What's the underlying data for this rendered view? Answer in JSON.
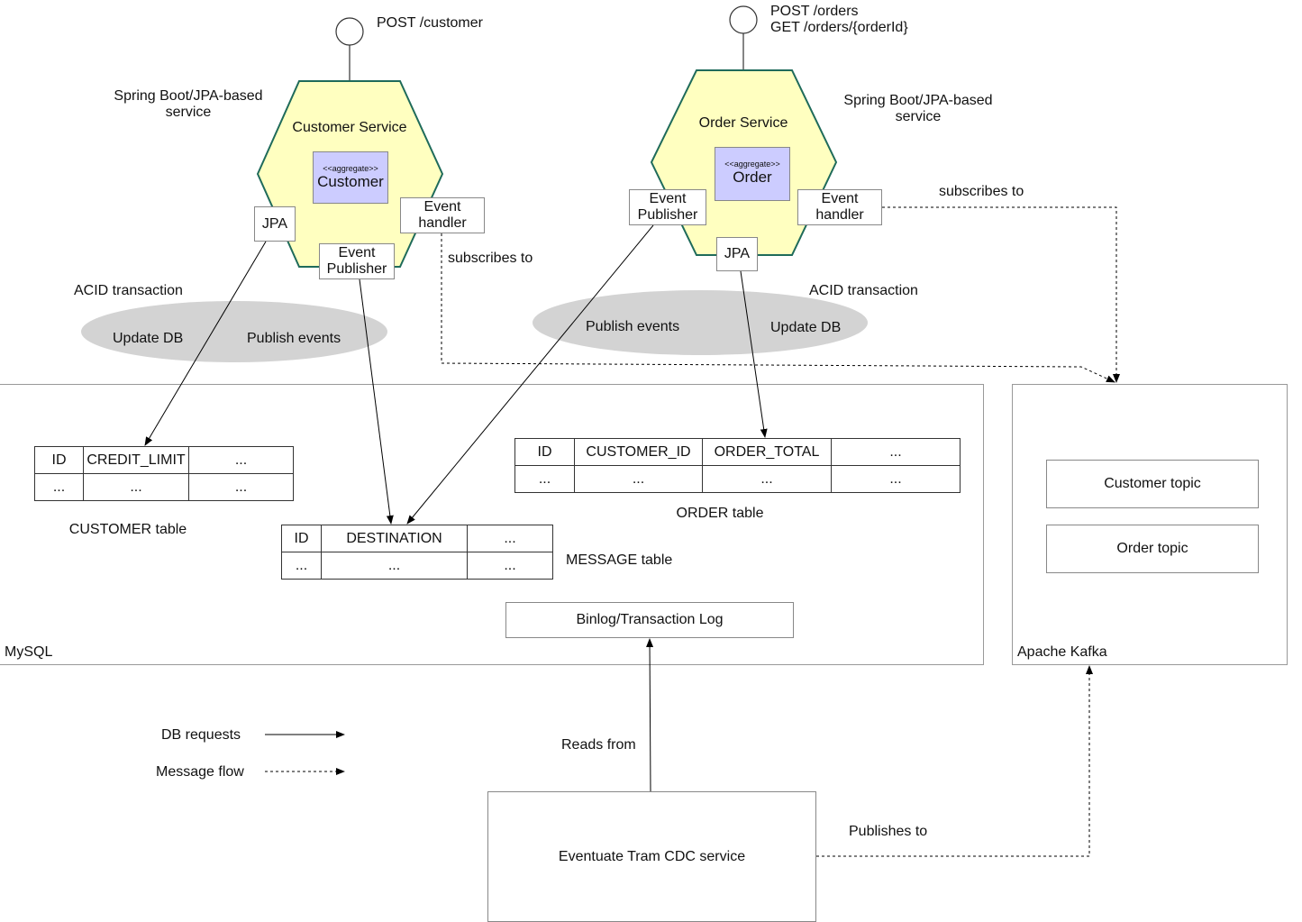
{
  "customer_service": {
    "endpoint": "POST /customer",
    "note": "Spring Boot/JPA-based\nservice",
    "title": "Customer Service",
    "aggregate_stereotype": "<<aggregate>>",
    "aggregate_name": "Customer",
    "jpa": "JPA",
    "event_handler": "Event\nhandler",
    "event_publisher": "Event\nPublisher",
    "subscribes": "subscribes to"
  },
  "order_service": {
    "endpoint": "POST /orders\nGET /orders/{orderId}",
    "note": "Spring Boot/JPA-based\nservice",
    "title": "Order Service",
    "aggregate_stereotype": "<<aggregate>>",
    "aggregate_name": "Order",
    "jpa": "JPA",
    "event_handler": "Event\nhandler",
    "event_publisher": "Event\nPublisher",
    "subscribes": "subscribes to"
  },
  "transactions": {
    "left_label": "ACID transaction",
    "left_items": [
      "Update DB",
      "Publish events"
    ],
    "right_label": "ACID transaction",
    "right_items": [
      "Publish events",
      "Update DB"
    ]
  },
  "mysql": {
    "label": "MySQL",
    "customer_table": {
      "name": "CUSTOMER table",
      "headers": [
        "ID",
        "CREDIT_LIMIT",
        "..."
      ],
      "row": [
        "...",
        "...",
        "..."
      ]
    },
    "message_table": {
      "name": "MESSAGE table",
      "headers": [
        "ID",
        "DESTINATION",
        "..."
      ],
      "row": [
        "...",
        "...",
        "..."
      ]
    },
    "order_table": {
      "name": "ORDER table",
      "headers": [
        "ID",
        "CUSTOMER_ID",
        "ORDER_TOTAL",
        "..."
      ],
      "row": [
        "...",
        "...",
        "...",
        "..."
      ]
    },
    "binlog": "Binlog/Transaction Log"
  },
  "kafka": {
    "label": "Apache Kafka",
    "topics": [
      "Customer topic",
      "Order topic"
    ]
  },
  "cdc": {
    "name": "Eventuate Tram CDC service",
    "reads_from": "Reads from",
    "publishes_to": "Publishes to"
  },
  "legend": {
    "db_requests": "DB requests",
    "message_flow": "Message flow"
  },
  "colors": {
    "hexagon_fill": "#ffffc0",
    "hexagon_stroke": "#1f6b5a",
    "aggregate_fill": "#ccccff",
    "ellipse_fill": "#d3d3d3"
  }
}
